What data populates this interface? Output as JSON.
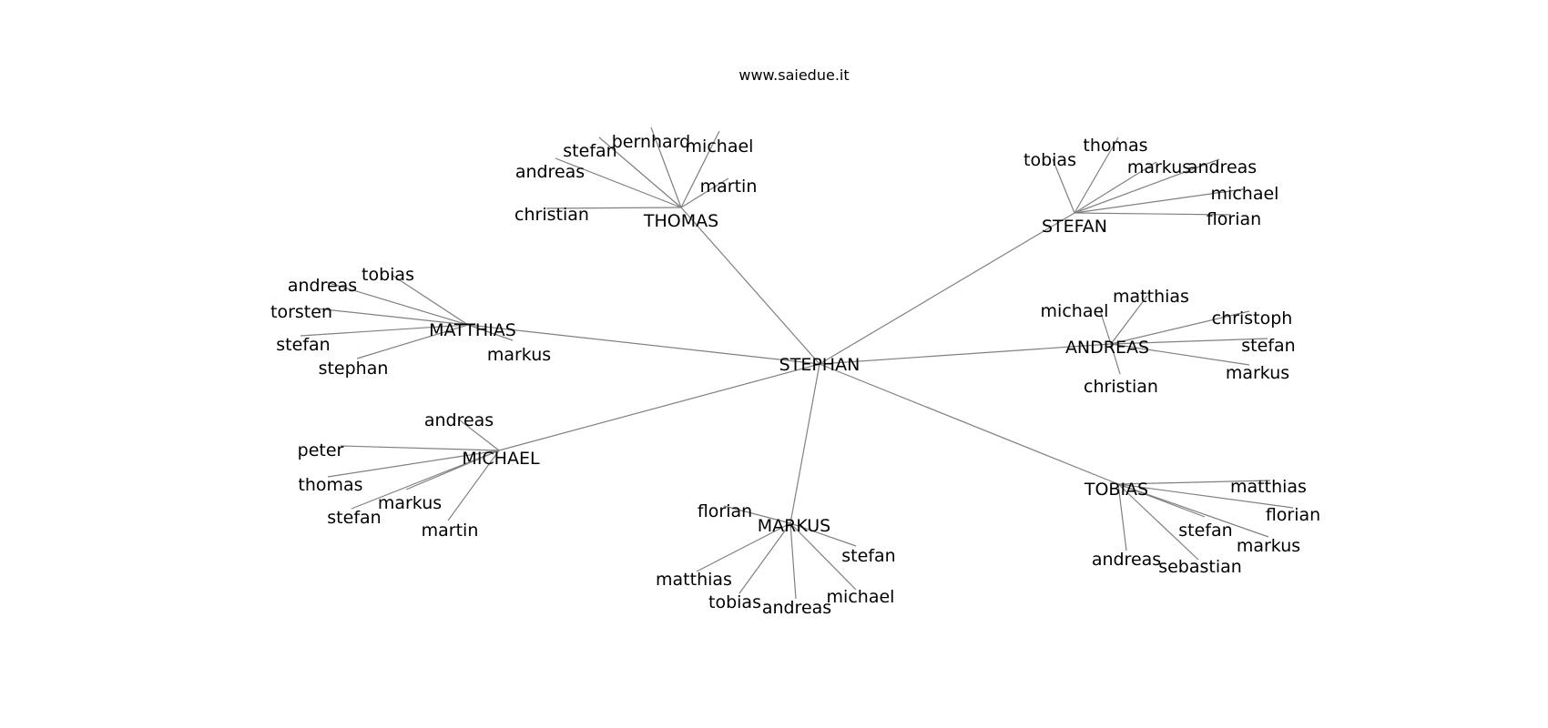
{
  "title": "www.saiedue.it",
  "center": "STEPHAN",
  "hubs": [
    {
      "name": "THOMAS",
      "leaves": [
        "stefan",
        "bernhard",
        "michael",
        "andreas",
        "martin",
        "christian"
      ]
    },
    {
      "name": "STEFAN",
      "leaves": [
        "tobias",
        "thomas",
        "markus",
        "andreas",
        "michael",
        "florian"
      ]
    },
    {
      "name": "MATTHIAS",
      "leaves": [
        "tobias",
        "andreas",
        "torsten",
        "stefan",
        "stephan",
        "markus"
      ]
    },
    {
      "name": "ANDREAS",
      "leaves": [
        "michael",
        "matthias",
        "christoph",
        "stefan",
        "markus",
        "christian"
      ]
    },
    {
      "name": "MICHAEL",
      "leaves": [
        "andreas",
        "peter",
        "thomas",
        "markus",
        "stefan",
        "martin"
      ]
    },
    {
      "name": "MARKUS",
      "leaves": [
        "florian",
        "stefan",
        "matthias",
        "tobias",
        "andreas",
        "michael"
      ]
    },
    {
      "name": "TOBIAS",
      "leaves": [
        "matthias",
        "florian",
        "stefan",
        "markus",
        "andreas",
        "sebastian"
      ]
    }
  ]
}
